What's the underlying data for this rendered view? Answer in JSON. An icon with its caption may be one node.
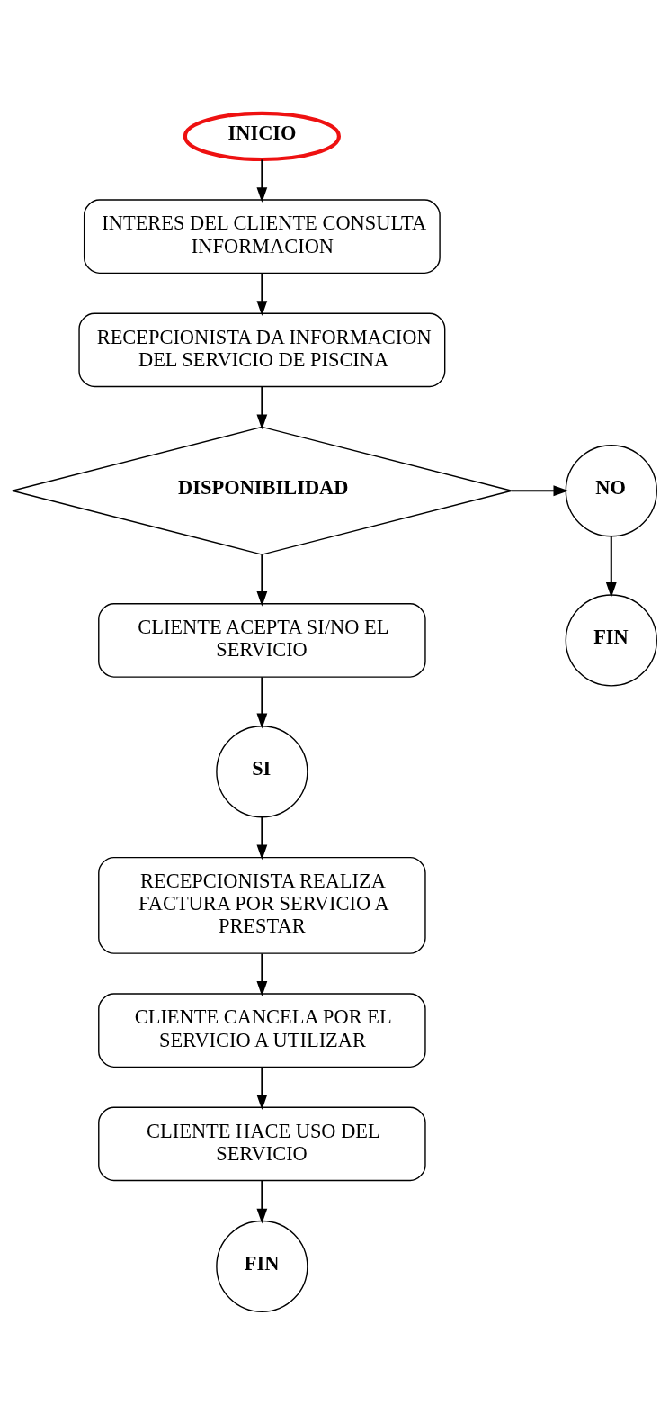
{
  "diagram": {
    "nodes": [
      {
        "text": [
          "INICIO"
        ]
      },
      {
        "text": [
          "INTERES DEL CLIENTE CONSULTA INFORMACION"
        ]
      },
      {
        "text": [
          "RECEPCIONISTA DA INFORMACION DEL SERVICIO DE PISCINA"
        ]
      },
      {
        "text": [
          "DISPONIBILIDAD"
        ]
      },
      {
        "text": [
          "NO"
        ]
      },
      {
        "text": [
          "FIN"
        ]
      },
      {
        "text": [
          "CLIENTE ACEPTA SI/NO EL SERVICIO"
        ]
      },
      {
        "text": [
          "SI"
        ]
      },
      {
        "text": [
          "RECEPCIONISTA REALIZA FACTURA POR SERVICIO A PRESTAR"
        ]
      },
      {
        "text": [
          "CLIENTE CANCELA POR EL SERVICIO A UTILIZAR"
        ]
      },
      {
        "text": [
          "CLIENTE HACE USO DEL SERVICIO"
        ]
      },
      {
        "text": [
          "FIN"
        ]
      }
    ],
    "edges": [
      {
        "from": 0,
        "to": 1,
        "arrow": "to"
      },
      {
        "from": 1,
        "to": 2,
        "arrow": "to"
      },
      {
        "from": 2,
        "to": 3,
        "arrow": "to"
      },
      {
        "from": 3,
        "to": 4,
        "arrow": "to"
      },
      {
        "from": 4,
        "to": 5,
        "arrow": "to"
      },
      {
        "from": 3,
        "to": 6,
        "arrow": "to"
      },
      {
        "from": 6,
        "to": 7,
        "arrow": "to"
      },
      {
        "from": 7,
        "to": 8,
        "arrow": "to"
      },
      {
        "from": 8,
        "to": 9,
        "arrow": "to"
      },
      {
        "from": 9,
        "to": 10,
        "arrow": "to"
      },
      {
        "from": 10,
        "to": 11,
        "arrow": "to"
      }
    ]
  }
}
